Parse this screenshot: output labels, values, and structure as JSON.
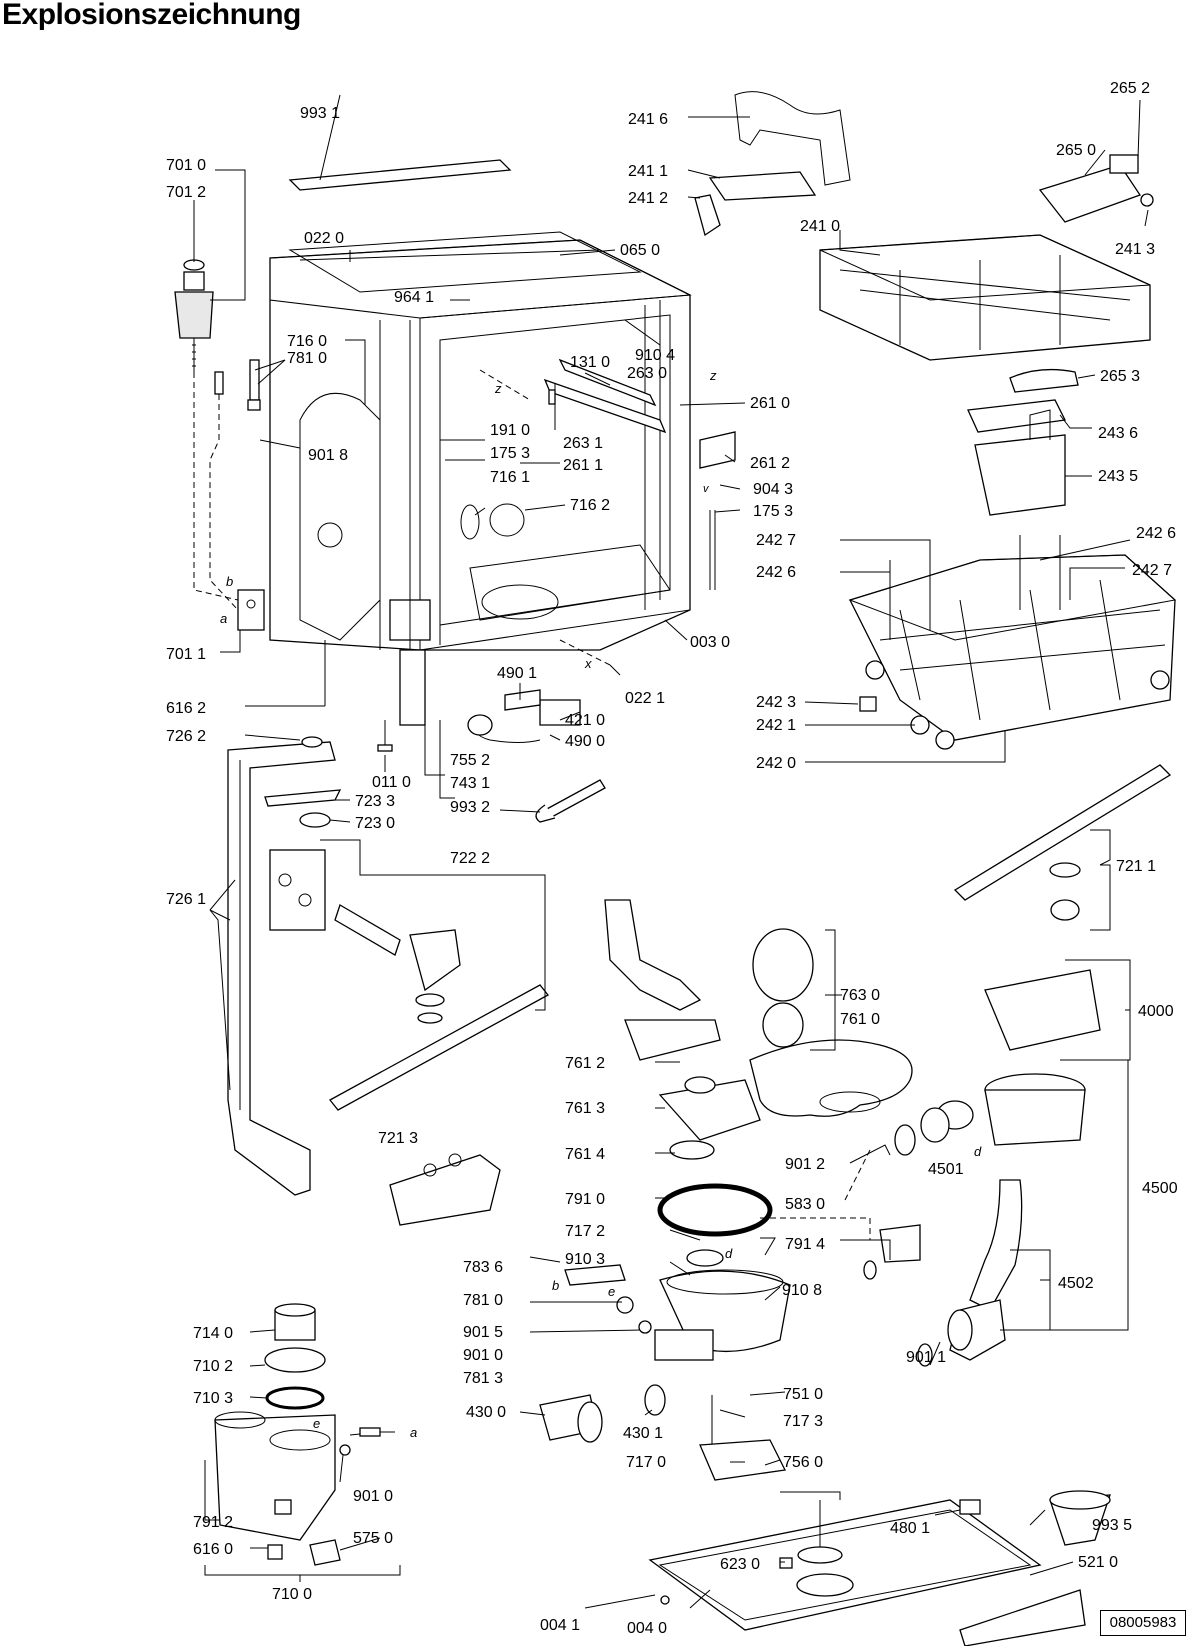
{
  "title": "Explosionszeichnung",
  "doc_number": "08005983",
  "callouts": {
    "c9931": "993 1",
    "c7010": "701 0",
    "c7012": "701 2",
    "c0220": "022 0",
    "c0650": "065 0",
    "c9641": "964 1",
    "c7160": "716 0",
    "c7810": "781 0",
    "c9104": "910 4",
    "c1310": "131 0",
    "c2630": "263 0",
    "c2610": "261 0",
    "c1910": "191 0",
    "c2631": "263 1",
    "c2611": "261 1",
    "c2612": "261 2",
    "c9018": "901 8",
    "c1753a": "175 3",
    "c7161": "716 1",
    "c7162": "716 2",
    "c9043": "904 3",
    "c1753b": "175 3",
    "c7011": "701 1",
    "c6162": "616 2",
    "c0030": "003 0",
    "c4901": "490 1",
    "c0221": "022 1",
    "c4210": "421 0",
    "c4900": "490 0",
    "c7262": "726 2",
    "c0110": "011 0",
    "c7552": "755 2",
    "c7431": "743 1",
    "c9932": "993 2",
    "c7233": "723 3",
    "c7230": "723 0",
    "c7222": "722 2",
    "c7261": "726 1",
    "c2416": "241 6",
    "c2411": "241 1",
    "c2412": "241 2",
    "c2410": "241 0",
    "c2652": "265 2",
    "c2650": "265 0",
    "c2413": "241 3",
    "c2653": "265 3",
    "c2436": "243 6",
    "c2435": "243 5",
    "c2427a": "242 7",
    "c2426a": "242 6",
    "c2426b": "242 6",
    "c2427b": "242 7",
    "c2423": "242 3",
    "c2421": "242 1",
    "c2420": "242 0",
    "c7211": "721 1",
    "c7630": "763 0",
    "c7610": "761 0",
    "c4000": "4000",
    "c7612": "761 2",
    "c7613": "761 3",
    "c7614": "761 4",
    "c9012": "901 2",
    "c4501": "4501",
    "c4500": "4500",
    "c7213": "721 3",
    "c7910": "791 0",
    "c5830": "583 0",
    "c7914": "791 4",
    "c7172": "717 2",
    "c9103": "910 3",
    "c9108": "910 8",
    "c7836": "783 6",
    "c7810b": "781 0",
    "c9015": "901 5",
    "c9010": "901 0",
    "c7813": "781 3",
    "c4502": "4502",
    "c9011": "901 1",
    "c7140": "714 0",
    "c7102": "710 2",
    "c7103": "710 3",
    "c7510": "751 0",
    "c4300": "430 0",
    "c4301": "430 1",
    "c7173": "717 3",
    "c7170": "717 0",
    "c7560": "756 0",
    "c9010b": "901 0",
    "c7912": "791 2",
    "c6160": "616 0",
    "c5750": "575 0",
    "c7100": "710 0",
    "c4801": "480 1",
    "c9935": "993 5",
    "c6230": "623 0",
    "c5210": "521 0",
    "c0041": "004 1",
    "c0040": "004 0"
  },
  "letters": {
    "b1": "b",
    "a1": "a",
    "z1": "z",
    "z2": "z",
    "x1": "x",
    "v1": "v",
    "b2": "b",
    "e1": "e",
    "d1": "d",
    "d2": "d",
    "e2": "e",
    "a2": "a"
  }
}
